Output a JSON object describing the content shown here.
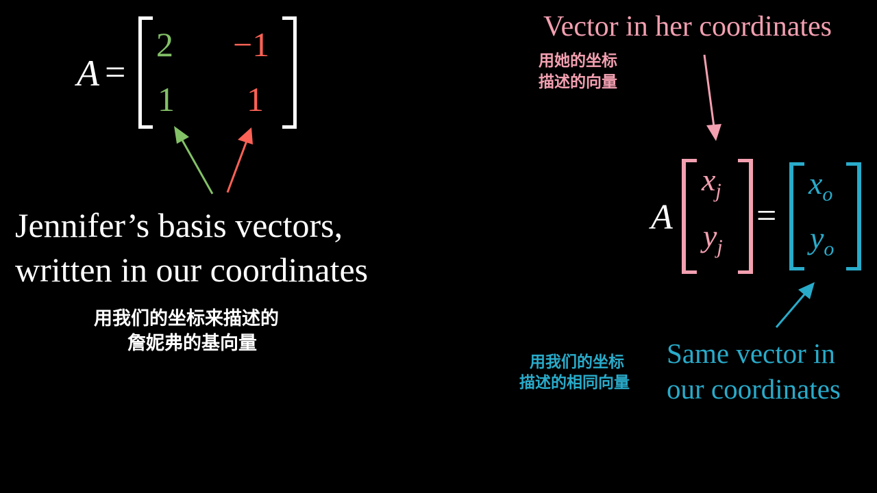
{
  "colors": {
    "green": "#83C167",
    "red": "#FC6255",
    "pink": "#F3A0B1",
    "blue": "#29ABCA",
    "white": "#FFFFFF"
  },
  "left": {
    "matrix_label": "A",
    "equals": "=",
    "matrix": [
      [
        "2",
        "−1"
      ],
      [
        "1",
        "1"
      ]
    ],
    "caption_en": [
      "Jennifer’s basis vectors,",
      "written in our coordinates"
    ],
    "caption_zh": [
      "用我们的坐标来描述的",
      "詹妮弗的基向量"
    ]
  },
  "right": {
    "top_label_en": "Vector in her coordinates",
    "top_label_zh": [
      "用她的坐标",
      "描述的向量"
    ],
    "matrix_label": "A",
    "equals": "=",
    "vec_j": [
      {
        "base": "x",
        "sub": "j"
      },
      {
        "base": "y",
        "sub": "j"
      }
    ],
    "vec_o": [
      {
        "base": "x",
        "sub": "o"
      },
      {
        "base": "y",
        "sub": "o"
      }
    ],
    "bottom_label_en": [
      "Same vector in",
      "our coordinates"
    ],
    "bottom_label_zh": [
      "用我们的坐标",
      "描述的相同向量"
    ]
  }
}
